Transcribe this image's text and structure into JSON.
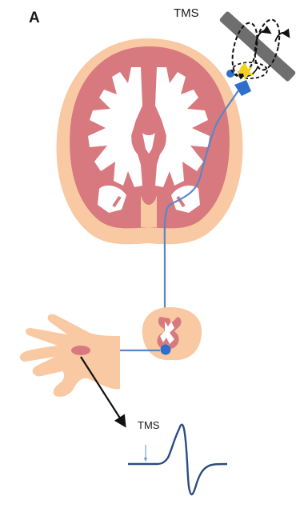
{
  "panel": {
    "letter": "A"
  },
  "labels": {
    "tms_coil": "TMS",
    "tms_stimulus": "TMS"
  },
  "colors": {
    "skin": "#f8c9a2",
    "cortex": "#d7797f",
    "white_matter": "#ffffff",
    "neuron_pathway": "#5b86c6",
    "neuron_body": "#2f6fc9",
    "coil": "#6e6e6e",
    "field_lines": "#111111",
    "stimulation_spot": "#f2d21c",
    "emg_trace": "#2b4b82",
    "arrow": "#111111"
  },
  "icons": {
    "coil": "tms-coil-icon",
    "hand": "hand-icon",
    "spinal_cord": "spinal-cord-cross-section-icon",
    "brain": "brain-coronal-section-icon"
  }
}
